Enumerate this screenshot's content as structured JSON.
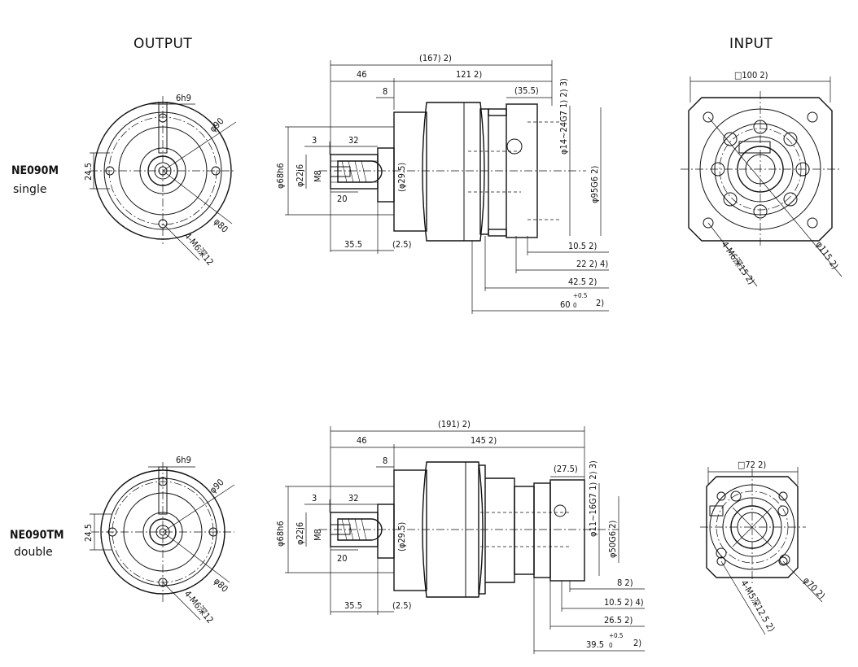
{
  "headers": {
    "output": "OUTPUT",
    "input": "INPUT"
  },
  "models": [
    {
      "code": "NE090M",
      "variant": "single",
      "output_dims": {
        "key": "6h9",
        "pcd": "φ90",
        "height": "24.5",
        "circle": "φ80",
        "holes": "4-M6深12"
      },
      "side_dims": {
        "overall": "(167)  2)",
        "flange_len": "46",
        "body_len": "121  2)",
        "adapter": "(35.5)",
        "step": "8",
        "shaft_start": "3",
        "key_len": "32",
        "tap": "M8",
        "shaft_d": "φ22j6",
        "thread_len": "20",
        "pilot": "φ68h6",
        "center_dia": "(φ29.5)",
        "shaft_total": "35.5",
        "gap": "(2.5)",
        "motor_shaft": "φ14~24G7  1) 2) 3)",
        "motor_pilot": "φ95G6  2)",
        "d1": "10.5  2)",
        "d2": "22  2) 4)",
        "d3": "42.5  2)",
        "d4_base": "60",
        "d4_tol": "+0.5",
        "d4_tol2": "0",
        "d4_note": "2)"
      },
      "input_dims": {
        "square": "□100  2)",
        "holes": "4-M6深15  2)",
        "pcd": "φ115  2)"
      }
    },
    {
      "code": "NE090TM",
      "variant": "double",
      "output_dims": {
        "key": "6h9",
        "pcd": "φ90",
        "height": "24.5",
        "circle": "φ80",
        "holes": "4-M6深12"
      },
      "side_dims": {
        "overall": "(191)  2)",
        "flange_len": "46",
        "body_len": "145  2)",
        "adapter": "(27.5)",
        "step": "8",
        "shaft_start": "3",
        "key_len": "32",
        "tap": "M8",
        "shaft_d": "φ22j6",
        "thread_len": "20",
        "pilot": "φ68h6",
        "center_dia": "(φ29.5)",
        "shaft_total": "35.5",
        "gap": "(2.5)",
        "motor_shaft": "φ11~16G7  1) 2) 3)",
        "motor_pilot": "φ50G6  2)",
        "d1": "8  2)",
        "d2": "10.5  2) 4)",
        "d3": "26.5  2)",
        "d4_base": "39.5",
        "d4_tol": "+0.5",
        "d4_tol2": "0",
        "d4_note": "2)"
      },
      "input_dims": {
        "square": "□72  2)",
        "holes": "4-M5深12.5  2)",
        "pcd": "φ70  2)"
      }
    }
  ]
}
